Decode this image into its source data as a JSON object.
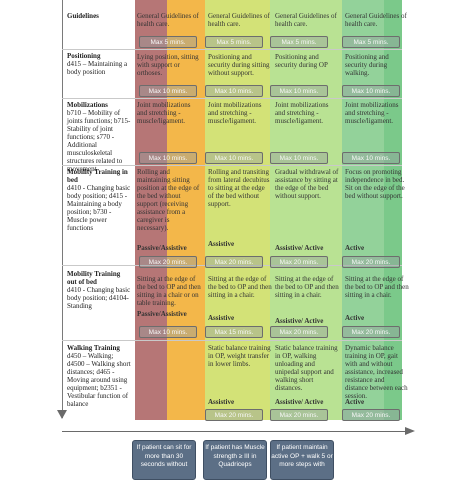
{
  "colors": {
    "band1": "#b67676",
    "band2": "#f3b74a",
    "band3": "#d3e277",
    "band4": "#b9e293",
    "band5": "#93d29a",
    "band6": "#7bc98a",
    "card": "#5c6f86"
  },
  "rows": {
    "guidelines": {
      "label": "Guidelines",
      "c1": "General Guidelines of health care.",
      "c2": "General Guidelines of health care.",
      "c3": "General Guidelines of health care.",
      "c4": "General Guidelines of health care."
    },
    "positioning": {
      "title": "Positioning",
      "desc": "d415 – Maintaining a body position",
      "c1": "Lying position, sitting with support or orthoses.",
      "c2": "Positioning and security during sitting without support.",
      "c3": "Positioning and security during OP",
      "c4": "Positioning and security during walking."
    },
    "mobilizations": {
      "title": "Mobilizations",
      "desc": "b710 – Mobility of joints functions; b715- Stability of joint functions; s770 - Additional musculoskeletal structures related to movement",
      "c1": "Joint mobilizations and stretching - muscle/ligament.",
      "c2": "Joint mobilizations and stretching - muscle/ligament.",
      "c3": "Joint mobilizations and stretching - muscle/ligament.",
      "c4": "Joint mobilizations and stretching - muscle/ligament."
    },
    "mobility_bed": {
      "title": "Mobility Training in bed",
      "desc": "d410 - Changing basic body position; d415 - Maintaining a body position; b730 - Muscle power functions",
      "c1": "Rolling and maintaining sitting position at the edge of the bed without support (receiving assistance from a caregiver is necessary).",
      "c2": "Rolling and transiting from lateral decubitus to sitting at the edge of the bed without support.",
      "c3": "Gradual withdrawal of assistance by sitting at the edge of the bed without support.",
      "c4": "Focus on promoting independence in bed. Sit on the edge of the bed without support.",
      "l1": "Passive/Assistive",
      "l2": "Assistive",
      "l3": "Assistive/ Active",
      "l4": "Active"
    },
    "mobility_out": {
      "title": "Mobility Training out of bed",
      "desc": "d410 - Changing basic body position; d4104- Standing",
      "c1": "Sitting at the edge of the bed to OP and then sitting in a chair or on table training.",
      "c2": "Sitting at the edge of the bed to OP and then sitting in a chair.",
      "c3": "Sitting at the edge of the bed to OP and then sitting in a chair.",
      "c4": "Sitting at the edge of the bed to OP and then sitting in a chair.",
      "l1": "Passive/Assistive",
      "l2": "Assistive",
      "l3": "Assistive/ Active",
      "l4": "Active"
    },
    "walking": {
      "title": "Walking Training",
      "desc": "d450 – Walking; d4500 – Walking short distances; d465 - Moving around using equipment; b2351 - Vestibular function of balance",
      "c2": "Static balance training in OP, weight transfer in lower limbs.",
      "c3": "Static balance training in OP, walking unloading and unipedal support and walking short distances.",
      "c4": "Dynamic balance training in OP, gait with and without assistance, increased resistance and distance between each session.",
      "l2": "Assistive",
      "l3": "Assistive/ Active",
      "l4": "Active"
    }
  },
  "pills": {
    "p5": "Max 5 mins.",
    "p10": "Max 10 mins.",
    "p15": "Max 15 mins.",
    "p20": "Max 20 mins."
  },
  "cards": {
    "c1": "If patient can sit for more than 30 seconds without",
    "c2": "If patient has Muscle strength ≥ III in Quadriceps",
    "c3": "If patient maintain active OP + walk 5 or more steps with"
  }
}
